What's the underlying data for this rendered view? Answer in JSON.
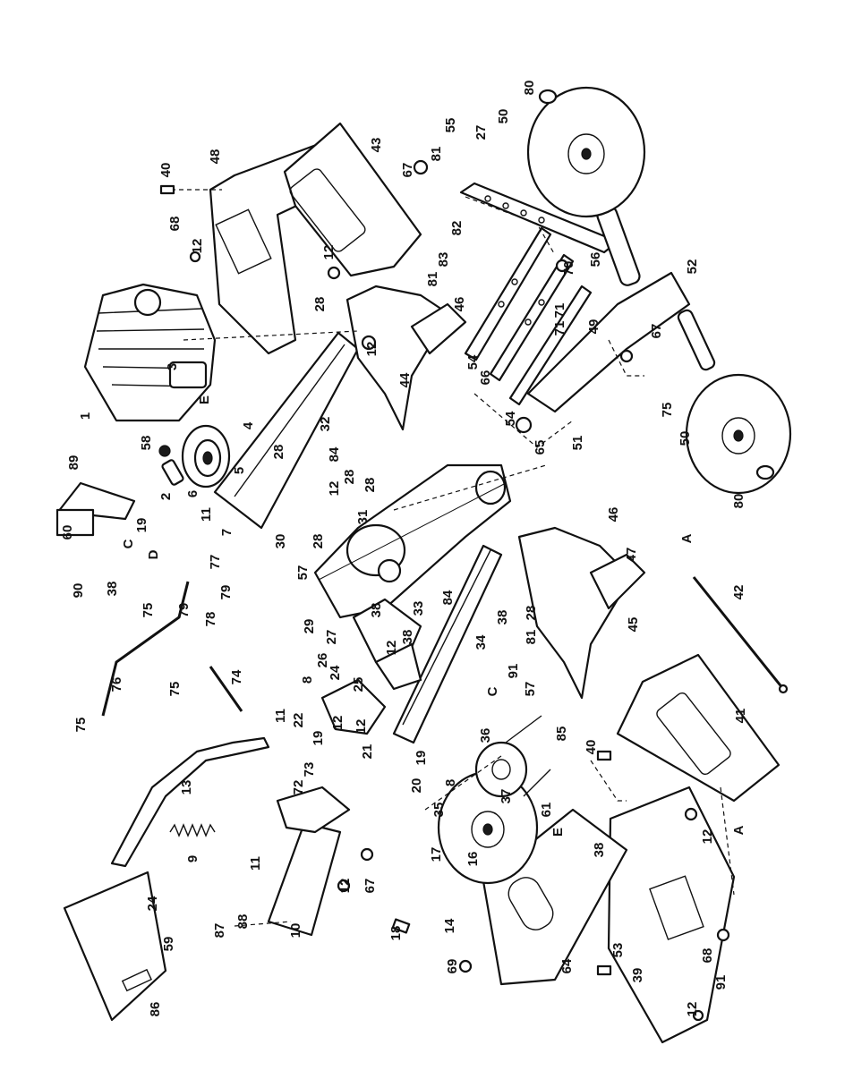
{
  "callouts": [
    {
      "id": "c40",
      "text": "40"
    },
    {
      "id": "c48",
      "text": "48"
    },
    {
      "id": "c43",
      "text": "43"
    },
    {
      "id": "c68a",
      "text": "68"
    },
    {
      "id": "c12a",
      "text": "12"
    },
    {
      "id": "c12b",
      "text": "12"
    },
    {
      "id": "c28a",
      "text": "28"
    },
    {
      "id": "c12c",
      "text": "12"
    },
    {
      "id": "c3",
      "text": "3"
    },
    {
      "id": "c1",
      "text": "1"
    },
    {
      "id": "cE1",
      "text": "E"
    },
    {
      "id": "c89",
      "text": "89"
    },
    {
      "id": "c58",
      "text": "58"
    },
    {
      "id": "c4",
      "text": "4"
    },
    {
      "id": "c32",
      "text": "32"
    },
    {
      "id": "c44",
      "text": "44"
    },
    {
      "id": "c28b",
      "text": "28"
    },
    {
      "id": "c84a",
      "text": "84"
    },
    {
      "id": "c28c",
      "text": "28"
    },
    {
      "id": "c60",
      "text": "60"
    },
    {
      "id": "c19a",
      "text": "19"
    },
    {
      "id": "c2",
      "text": "2"
    },
    {
      "id": "c6",
      "text": "6"
    },
    {
      "id": "c5",
      "text": "5"
    },
    {
      "id": "c11a",
      "text": "11"
    },
    {
      "id": "c7",
      "text": "7"
    },
    {
      "id": "c12d",
      "text": "12"
    },
    {
      "id": "c28d",
      "text": "28"
    },
    {
      "id": "c31",
      "text": "31"
    },
    {
      "id": "c30",
      "text": "30"
    },
    {
      "id": "c57a",
      "text": "57"
    },
    {
      "id": "c28e",
      "text": "28"
    },
    {
      "id": "c90",
      "text": "90"
    },
    {
      "id": "cC1",
      "text": "C"
    },
    {
      "id": "cD",
      "text": "D"
    },
    {
      "id": "c38a",
      "text": "38"
    },
    {
      "id": "c77",
      "text": "77"
    },
    {
      "id": "c79a",
      "text": "79"
    },
    {
      "id": "c79b",
      "text": "79"
    },
    {
      "id": "c75a",
      "text": "75"
    },
    {
      "id": "c78",
      "text": "78"
    },
    {
      "id": "c67a",
      "text": "67"
    },
    {
      "id": "c81a",
      "text": "81"
    },
    {
      "id": "c55",
      "text": "55"
    },
    {
      "id": "c27a",
      "text": "27"
    },
    {
      "id": "c50a",
      "text": "50"
    },
    {
      "id": "c80a",
      "text": "80"
    },
    {
      "id": "c82",
      "text": "82"
    },
    {
      "id": "c83",
      "text": "83"
    },
    {
      "id": "c81b",
      "text": "81"
    },
    {
      "id": "c46a",
      "text": "46"
    },
    {
      "id": "c56",
      "text": "56"
    },
    {
      "id": "c70",
      "text": "70"
    },
    {
      "id": "c71a",
      "text": "71"
    },
    {
      "id": "c71b",
      "text": "71"
    },
    {
      "id": "c49",
      "text": "49"
    },
    {
      "id": "c54a",
      "text": "54"
    },
    {
      "id": "c66",
      "text": "66"
    },
    {
      "id": "c54b",
      "text": "54"
    },
    {
      "id": "c52",
      "text": "52"
    },
    {
      "id": "c67b",
      "text": "67"
    },
    {
      "id": "c65",
      "text": "65"
    },
    {
      "id": "c51",
      "text": "51"
    },
    {
      "id": "c75b",
      "text": "75"
    },
    {
      "id": "c50b",
      "text": "50"
    },
    {
      "id": "c80b",
      "text": "80"
    },
    {
      "id": "c46b",
      "text": "46"
    },
    {
      "id": "c47",
      "text": "47"
    },
    {
      "id": "cA1",
      "text": "A"
    },
    {
      "id": "c42",
      "text": "42"
    },
    {
      "id": "c45",
      "text": "45"
    },
    {
      "id": "c28f",
      "text": "28"
    },
    {
      "id": "c81c",
      "text": "81"
    },
    {
      "id": "c38b",
      "text": "38"
    },
    {
      "id": "c29",
      "text": "29"
    },
    {
      "id": "c27b",
      "text": "27"
    },
    {
      "id": "c38c",
      "text": "38"
    },
    {
      "id": "c33",
      "text": "33"
    },
    {
      "id": "c84b",
      "text": "84"
    },
    {
      "id": "c38d",
      "text": "38"
    },
    {
      "id": "c12e",
      "text": "12"
    },
    {
      "id": "c26",
      "text": "26"
    },
    {
      "id": "c24a",
      "text": "24"
    },
    {
      "id": "c25",
      "text": "25"
    },
    {
      "id": "c8a",
      "text": "8"
    },
    {
      "id": "c34",
      "text": "34"
    },
    {
      "id": "c91a",
      "text": "91"
    },
    {
      "id": "c57b",
      "text": "57"
    },
    {
      "id": "cC2",
      "text": "C"
    },
    {
      "id": "c11b",
      "text": "11"
    },
    {
      "id": "c22",
      "text": "22"
    },
    {
      "id": "c12f",
      "text": "12"
    },
    {
      "id": "c19b",
      "text": "19"
    },
    {
      "id": "c21",
      "text": "21"
    },
    {
      "id": "c12g",
      "text": "12"
    },
    {
      "id": "c76",
      "text": "76"
    },
    {
      "id": "c75c",
      "text": "75"
    },
    {
      "id": "c74",
      "text": "74"
    },
    {
      "id": "c75d",
      "text": "75"
    },
    {
      "id": "c13",
      "text": "13"
    },
    {
      "id": "c72",
      "text": "72"
    },
    {
      "id": "c73",
      "text": "73"
    },
    {
      "id": "c36",
      "text": "36"
    },
    {
      "id": "c85",
      "text": "85"
    },
    {
      "id": "c40b",
      "text": "40"
    },
    {
      "id": "c41",
      "text": "41"
    },
    {
      "id": "c20",
      "text": "20"
    },
    {
      "id": "c19c",
      "text": "19"
    },
    {
      "id": "c8b",
      "text": "8"
    },
    {
      "id": "c35",
      "text": "35"
    },
    {
      "id": "c37",
      "text": "37"
    },
    {
      "id": "c61",
      "text": "61"
    },
    {
      "id": "cE2",
      "text": "E"
    },
    {
      "id": "c9",
      "text": "9"
    },
    {
      "id": "c11c",
      "text": "11"
    },
    {
      "id": "c17",
      "text": "17"
    },
    {
      "id": "c16",
      "text": "16"
    },
    {
      "id": "c12h",
      "text": "12"
    },
    {
      "id": "c67c",
      "text": "67"
    },
    {
      "id": "c24b",
      "text": "24"
    },
    {
      "id": "c88",
      "text": "88"
    },
    {
      "id": "c87",
      "text": "87"
    },
    {
      "id": "c10",
      "text": "10"
    },
    {
      "id": "c18",
      "text": "18"
    },
    {
      "id": "c38e",
      "text": "38"
    },
    {
      "id": "c12i",
      "text": "12"
    },
    {
      "id": "cA2",
      "text": "A"
    },
    {
      "id": "c14",
      "text": "14"
    },
    {
      "id": "c69",
      "text": "69"
    },
    {
      "id": "c64",
      "text": "64"
    },
    {
      "id": "c53",
      "text": "53"
    },
    {
      "id": "c39",
      "text": "39"
    },
    {
      "id": "c68b",
      "text": "68"
    },
    {
      "id": "c91b",
      "text": "91"
    },
    {
      "id": "c12j",
      "text": "12"
    },
    {
      "id": "c59",
      "text": "59"
    },
    {
      "id": "c86",
      "text": "86"
    }
  ]
}
